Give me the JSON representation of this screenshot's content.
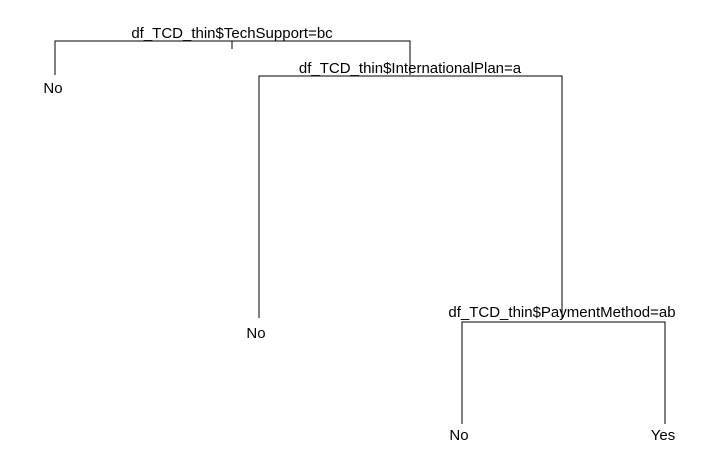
{
  "tree": {
    "root": {
      "split": "df_TCD_thin$TechSupport=bc",
      "left": {
        "leaf": "No"
      },
      "right": {
        "split": "df_TCD_thin$InternationalPlan=a",
        "left": {
          "leaf": "No"
        },
        "right": {
          "split": "df_TCD_thin$PaymentMethod=ab",
          "left": {
            "leaf": "No"
          },
          "right": {
            "leaf": "Yes"
          }
        }
      }
    }
  }
}
